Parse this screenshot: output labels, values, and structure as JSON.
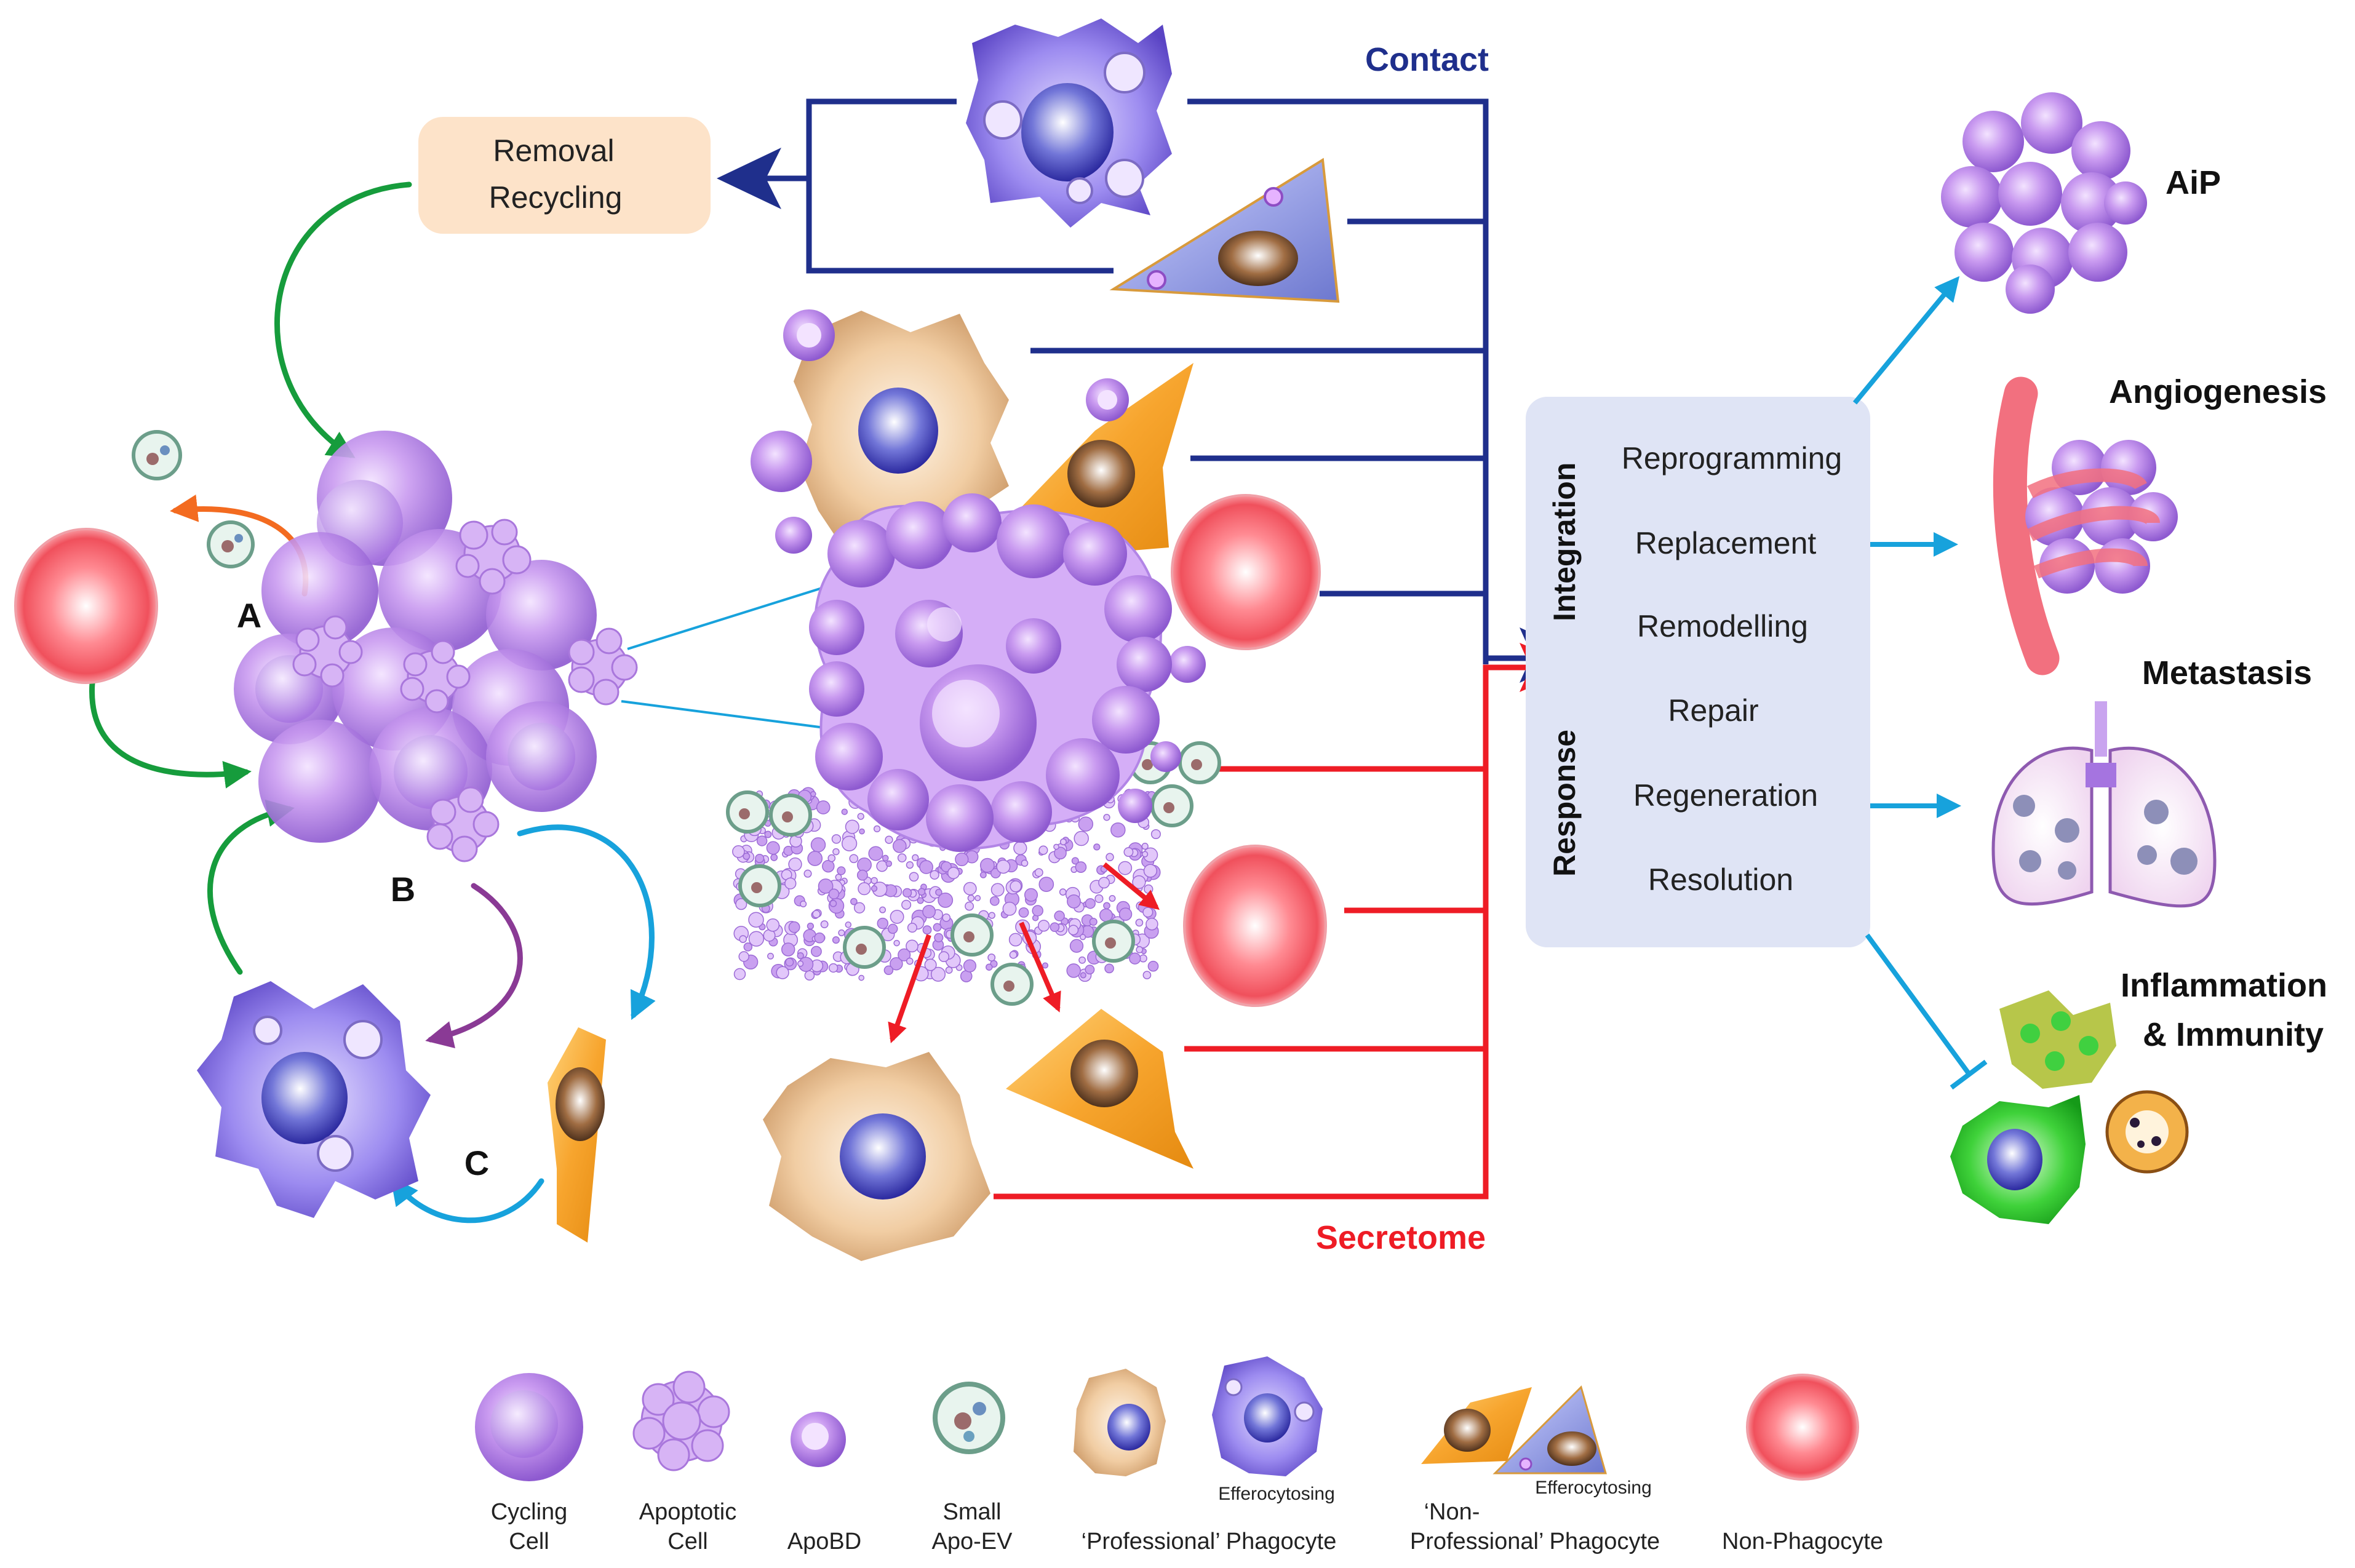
{
  "headings": {
    "contact": "Contact",
    "secretome": "Secretome",
    "integration": "Integration",
    "response": "Response"
  },
  "removal_box": {
    "line1": "Removal",
    "line2": "Recycling"
  },
  "response_box": {
    "items": [
      "Reprogramming",
      "Replacement",
      "Remodelling",
      "Repair",
      "Regeneration",
      "Resolution"
    ]
  },
  "outcomes": {
    "aip": "AiP",
    "angiogenesis": "Angiogenesis",
    "metastasis": "Metastasis",
    "inflammation_line1": "Inflammation",
    "inflammation_line2": "& Immunity"
  },
  "letters": {
    "a": "A",
    "b": "B",
    "c": "C"
  },
  "legend": {
    "cycling_line1": "Cycling",
    "cycling_line2": "Cell",
    "apoptotic_line1": "Apoptotic",
    "apoptotic_line2": "Cell",
    "apobd": "ApoBD",
    "small_line1": "Small",
    "small_line2": "Apo-EV",
    "efferocytosing_prof": "Efferocytosing",
    "professional": "‘Professional’ Phagocyte",
    "efferocytosing_nonprof": "Efferocytosing",
    "nonprof_line1": "‘Non-",
    "nonprof_line2": "Professional’ Phagocyte",
    "nonphagocyte": "Non-Phagocyte"
  },
  "colors": {
    "contact_blue": "#1f2f8c",
    "secretome_red": "#ee1c25",
    "green_arrow": "#169c3c",
    "cyan_arrow": "#17a2dc",
    "orange_arrow": "#f36b20",
    "purple_arrow": "#8a3a95",
    "removal_fill": "#fde3c9",
    "response_fill": "#dfe4f5"
  }
}
